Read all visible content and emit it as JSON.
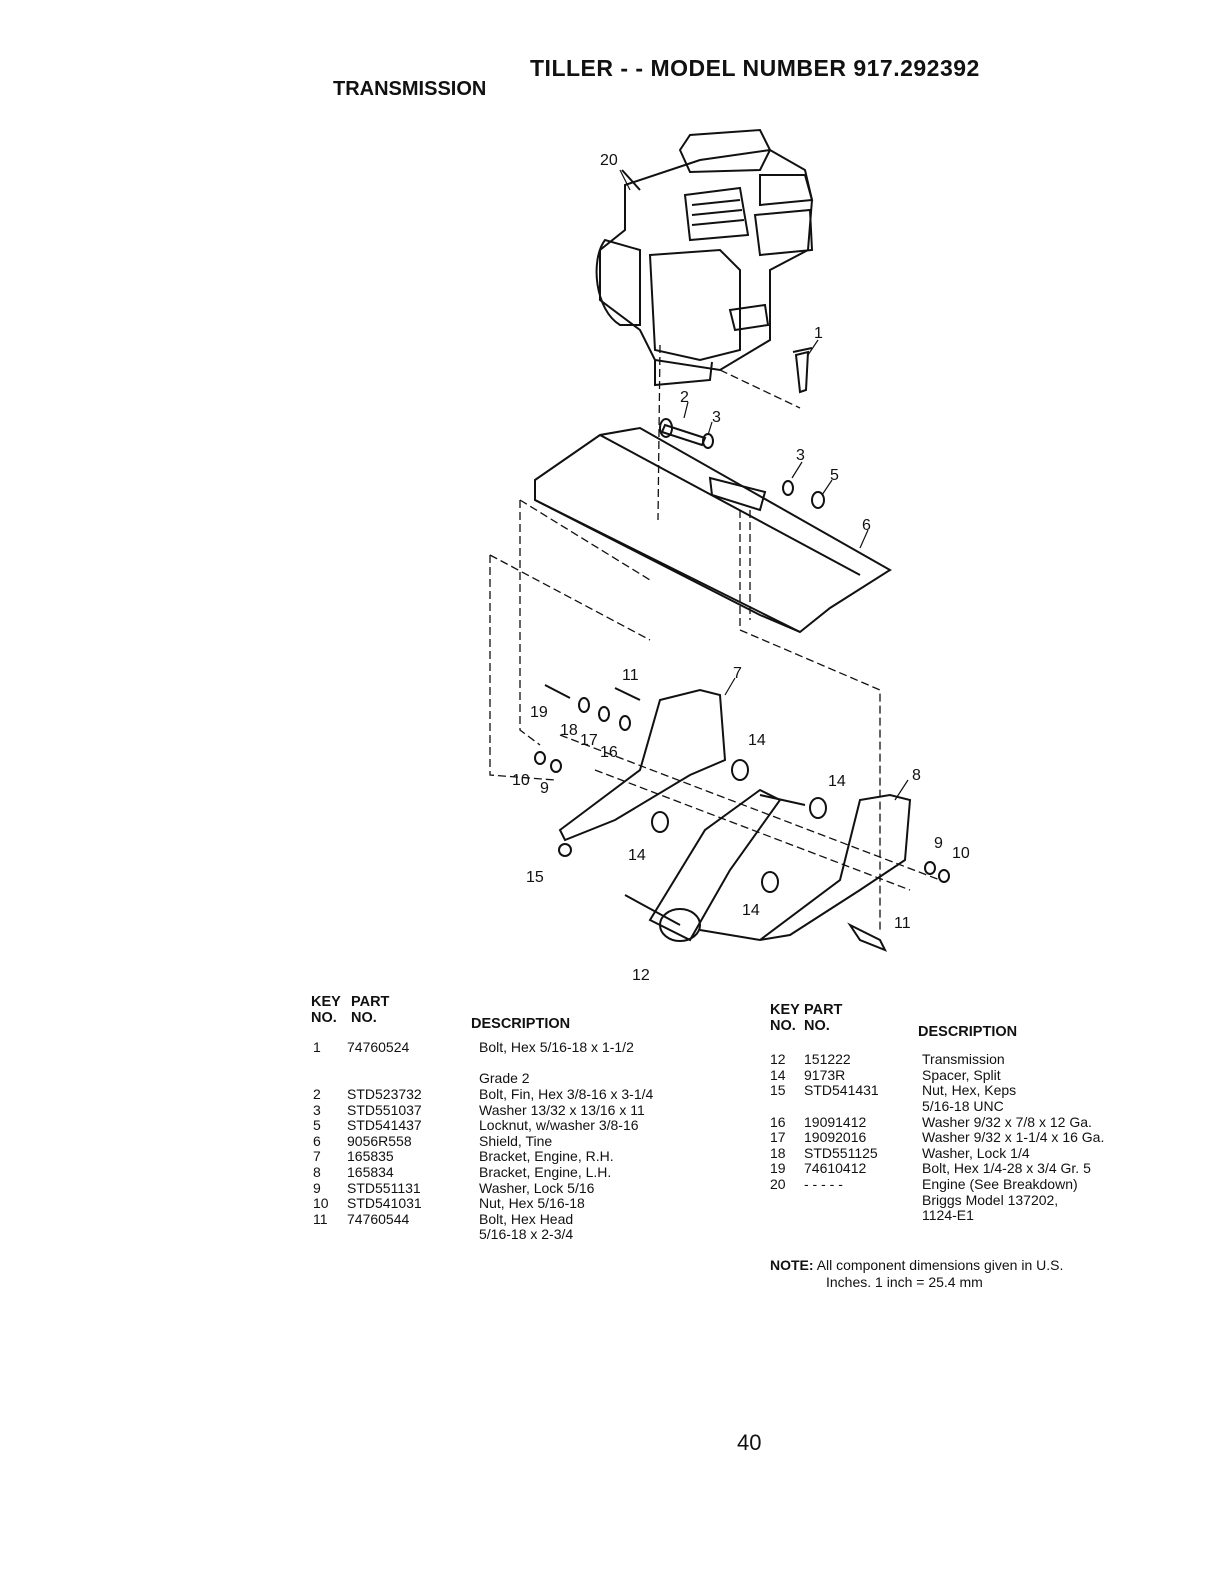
{
  "header": {
    "model_title": "TILLER - - MODEL NUMBER 917.292392",
    "section_title": "TRANSMISSION"
  },
  "diagram": {
    "callouts": [
      "20",
      "1",
      "2",
      "3",
      "3",
      "5",
      "6",
      "11",
      "7",
      "19",
      "18",
      "17",
      "16",
      "14",
      "10",
      "9",
      "14",
      "8",
      "9",
      "10",
      "14",
      "15",
      "14",
      "11",
      "12"
    ]
  },
  "parts_left": {
    "headers": {
      "key_top": "KEY",
      "part_top": "PART",
      "key_no": "NO.",
      "part_no": "NO.",
      "description": "DESCRIPTION"
    },
    "rows": [
      {
        "key": "1",
        "part": "74760524",
        "desc": "Bolt, Hex 5/16-18 x 1-1/2"
      },
      {
        "key": "",
        "part": "",
        "desc": ""
      },
      {
        "key": "",
        "part": "",
        "desc": "Grade 2"
      },
      {
        "key": "2",
        "part": "STD523732",
        "desc": "Bolt, Fin, Hex 3/8-16 x 3-1/4"
      },
      {
        "key": "3",
        "part": "STD551037",
        "desc": "Washer 13/32 x 13/16 x 11"
      },
      {
        "key": "5",
        "part": "STD541437",
        "desc": "Locknut, w/washer 3/8-16"
      },
      {
        "key": "6",
        "part": "9056R558",
        "desc": "Shield, Tine"
      },
      {
        "key": "7",
        "part": "165835",
        "desc": "Bracket, Engine, R.H."
      },
      {
        "key": "8",
        "part": "165834",
        "desc": "Bracket, Engine, L.H."
      },
      {
        "key": "9",
        "part": "STD551131",
        "desc": "Washer, Lock 5/16"
      },
      {
        "key": "10",
        "part": "STD541031",
        "desc": "Nut, Hex 5/16-18"
      },
      {
        "key": "11",
        "part": "74760544",
        "desc": "Bolt, Hex Head"
      },
      {
        "key": "",
        "part": "",
        "desc": "5/16-18 x 2-3/4"
      }
    ]
  },
  "parts_right": {
    "headers": {
      "key_top": "KEY",
      "part_top": "PART",
      "key_no": "NO.",
      "part_no": "NO.",
      "description": "DESCRIPTION"
    },
    "rows": [
      {
        "key": "12",
        "part": "151222",
        "desc": "Transmission"
      },
      {
        "key": "14",
        "part": "9173R",
        "desc": "Spacer, Split"
      },
      {
        "key": "15",
        "part": "STD541431",
        "desc": "Nut, Hex, Keps"
      },
      {
        "key": "",
        "part": "",
        "desc": "5/16-18 UNC"
      },
      {
        "key": "16",
        "part": "19091412",
        "desc": "Washer 9/32 x 7/8 x 12 Ga."
      },
      {
        "key": "17",
        "part": "19092016",
        "desc": "Washer 9/32 x 1-1/4 x 16 Ga."
      },
      {
        "key": "18",
        "part": "STD551125",
        "desc": "Washer, Lock 1/4"
      },
      {
        "key": "19",
        "part": "74610412",
        "desc": "Bolt, Hex 1/4-28 x 3/4 Gr. 5"
      },
      {
        "key": "20",
        "part": "- - - - -",
        "desc": "Engine (See Breakdown)"
      },
      {
        "key": "",
        "part": "",
        "desc": "Briggs Model 137202,"
      },
      {
        "key": "",
        "part": "",
        "desc": "1124-E1"
      }
    ]
  },
  "note": {
    "label": "NOTE:",
    "line1": "All component dimensions given in U.S.",
    "line2": "Inches. 1 inch = 25.4 mm"
  },
  "page_number": "40"
}
